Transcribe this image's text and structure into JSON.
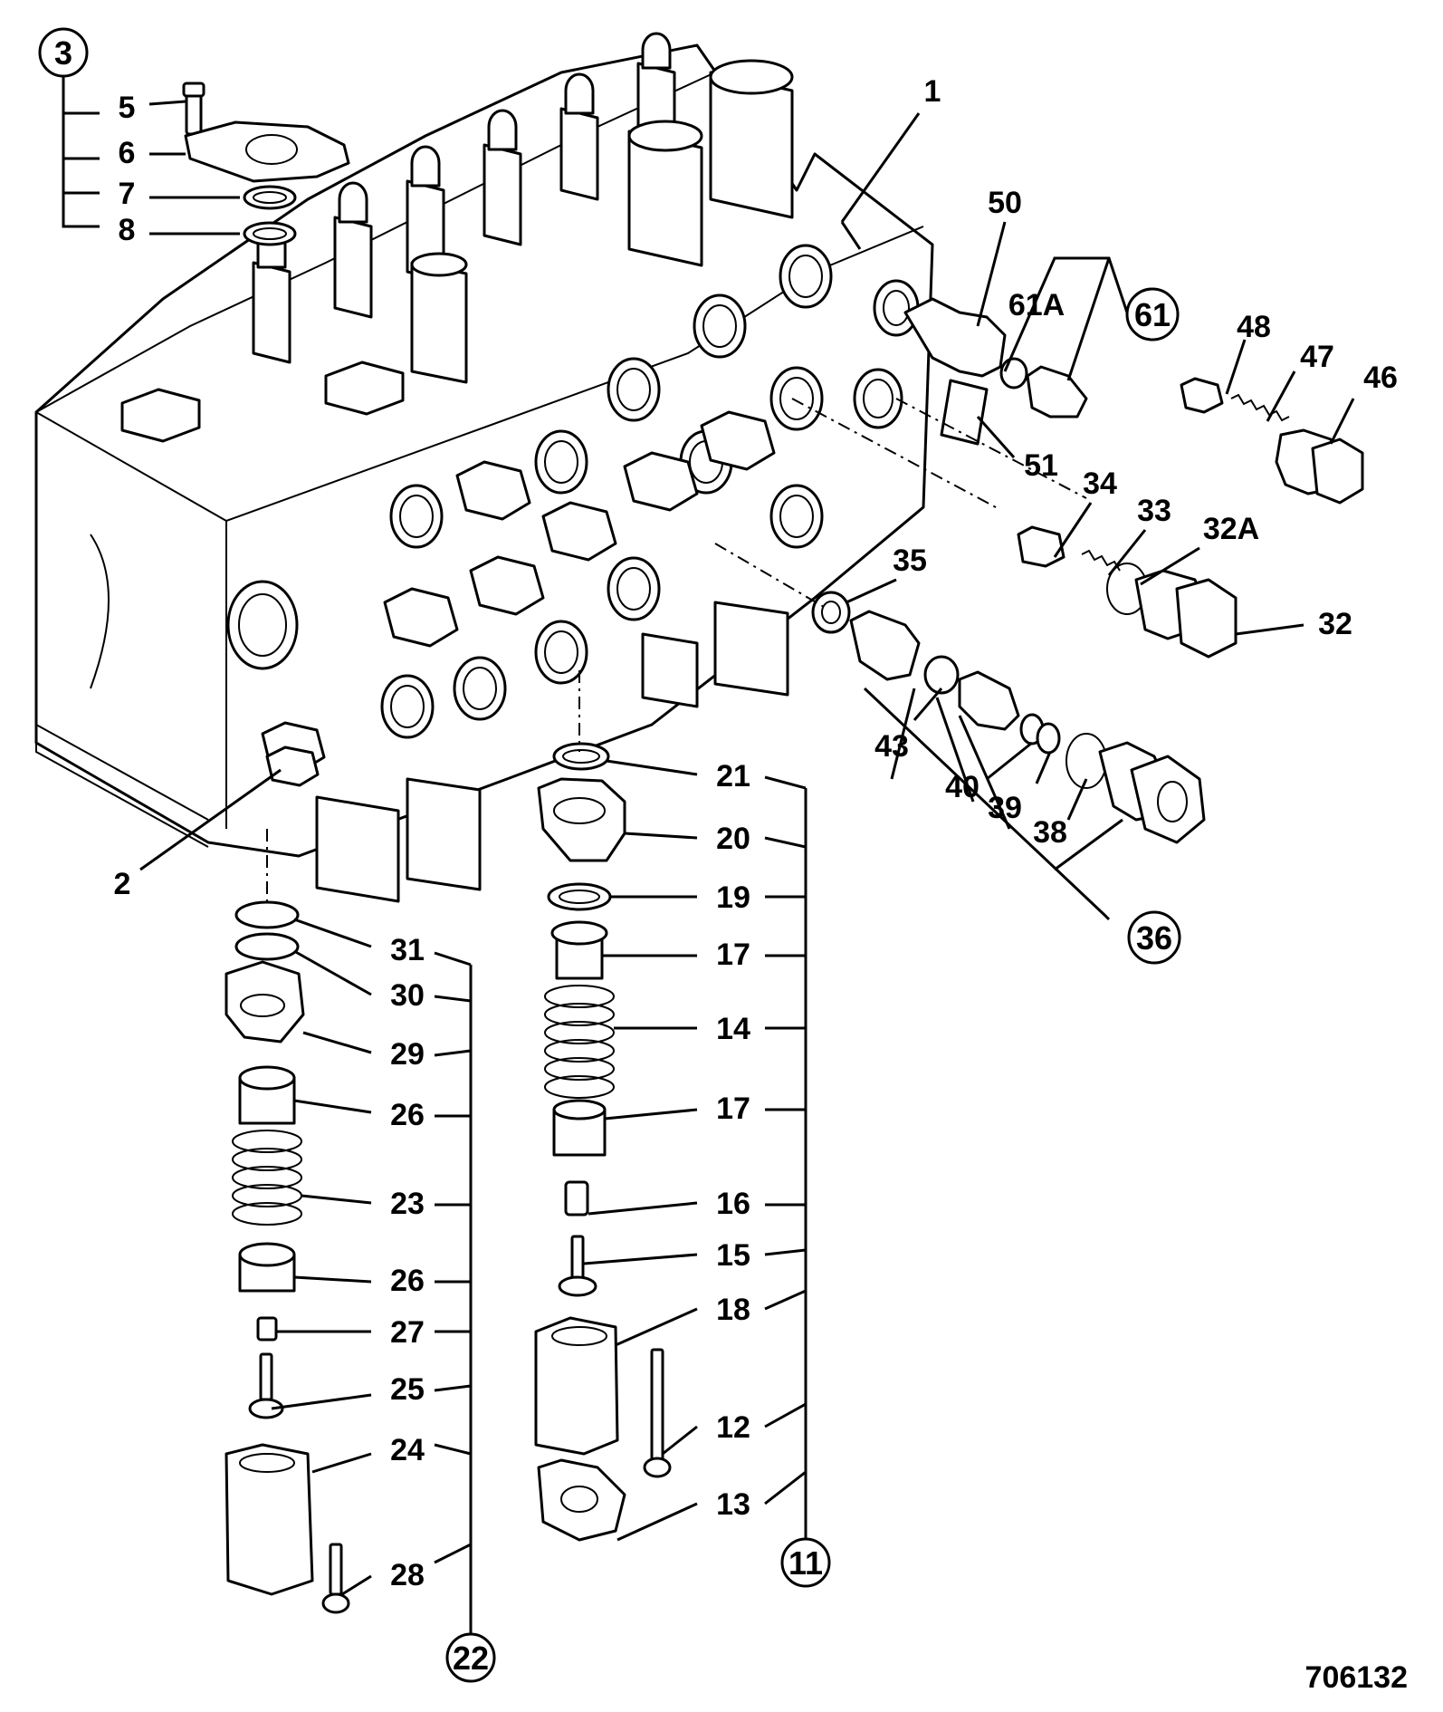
{
  "figure_number": "706132",
  "callouts": {
    "c1": "1",
    "c2": "2",
    "c3": "3",
    "c5": "5",
    "c6": "6",
    "c7": "7",
    "c8": "8",
    "c11": "11",
    "c12": "12",
    "c13": "13",
    "c14": "14",
    "c15": "15",
    "c16": "16",
    "c17a": "17",
    "c17b": "17",
    "c18": "18",
    "c19": "19",
    "c20": "20",
    "c21": "21",
    "c22": "22",
    "c23": "23",
    "c24": "24",
    "c25": "25",
    "c26a": "26",
    "c26b": "26",
    "c27": "27",
    "c28": "28",
    "c29": "29",
    "c30": "30",
    "c31": "31",
    "c32": "32",
    "c32A": "32A",
    "c33": "33",
    "c34": "34",
    "c35": "35",
    "c36": "36",
    "c38": "38",
    "c39": "39",
    "c40": "40",
    "c43": "43",
    "c46": "46",
    "c47": "47",
    "c48": "48",
    "c50": "50",
    "c51": "51",
    "c61": "61",
    "c61A": "61A"
  }
}
